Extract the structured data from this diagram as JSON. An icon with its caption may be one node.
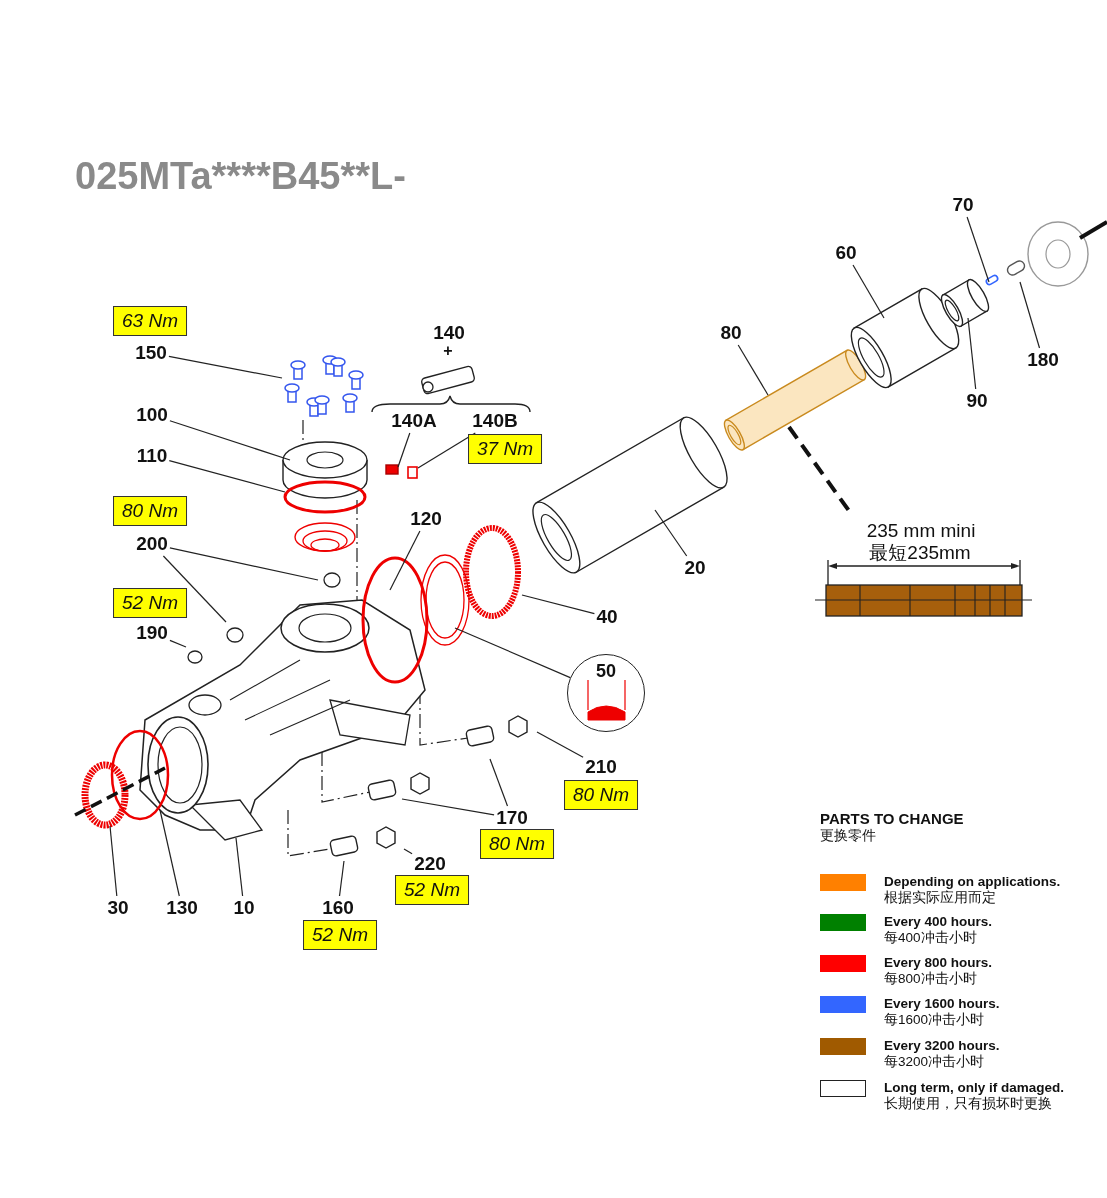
{
  "diagram": {
    "title": "025MTa****B45**L-",
    "nodes": [
      {
        "text": [
          "63 Nm"
        ]
      },
      {
        "text": [
          "150"
        ]
      },
      {
        "text": [
          "100"
        ]
      },
      {
        "text": [
          "110"
        ]
      },
      {
        "text": [
          "80 Nm"
        ]
      },
      {
        "text": [
          "200"
        ]
      },
      {
        "text": [
          "52 Nm"
        ]
      },
      {
        "text": [
          "190"
        ]
      },
      {
        "text": [
          "140A"
        ]
      },
      {
        "text": [
          "140B"
        ]
      },
      {
        "text": [
          "37 Nm"
        ]
      },
      {
        "text": [
          "120"
        ]
      },
      {
        "text": [
          "80"
        ]
      },
      {
        "text": [
          "60"
        ]
      },
      {
        "text": [
          "70"
        ]
      },
      {
        "text": [
          "90"
        ]
      },
      {
        "text": [
          "180"
        ]
      },
      {
        "text": [
          "20"
        ]
      },
      {
        "text": [
          "40"
        ]
      },
      {
        "text": [
          "50"
        ]
      },
      {
        "text": [
          "210"
        ]
      },
      {
        "text": [
          "80 Nm"
        ]
      },
      {
        "text": [
          "170"
        ]
      },
      {
        "text": [
          "80 Nm"
        ]
      },
      {
        "text": [
          "220"
        ]
      },
      {
        "text": [
          "52 Nm"
        ]
      },
      {
        "text": [
          "30"
        ]
      },
      {
        "text": [
          "130"
        ]
      },
      {
        "text": [
          "10"
        ]
      },
      {
        "text": [
          "160"
        ]
      },
      {
        "text": [
          "52 Nm"
        ]
      }
    ],
    "edges": [
      {
        "from": 1,
        "to": null,
        "arrow": "none"
      },
      {
        "from": 2,
        "to": null,
        "arrow": "none"
      },
      {
        "from": 3,
        "to": null,
        "arrow": "none"
      },
      {
        "from": 5,
        "to": null,
        "arrow": "none"
      },
      {
        "from": 5,
        "to": null,
        "arrow": "none"
      },
      {
        "from": 7,
        "to": null,
        "arrow": "none"
      },
      {
        "from": 8,
        "to": null,
        "arrow": "none"
      },
      {
        "from": 9,
        "to": null,
        "arrow": "none"
      },
      {
        "from": 11,
        "to": null,
        "arrow": "none"
      },
      {
        "from": 12,
        "to": null,
        "arrow": "none"
      },
      {
        "from": 13,
        "to": null,
        "arrow": "none"
      },
      {
        "from": 14,
        "to": null,
        "arrow": "none"
      },
      {
        "from": 15,
        "to": null,
        "arrow": "none"
      },
      {
        "from": 16,
        "to": null,
        "arrow": "none"
      },
      {
        "from": 17,
        "to": null,
        "arrow": "none"
      },
      {
        "from": 18,
        "to": null,
        "arrow": "none"
      },
      {
        "from": 19,
        "to": null,
        "arrow": "none"
      },
      {
        "from": 20,
        "to": null,
        "arrow": "none"
      },
      {
        "from": 22,
        "to": null,
        "arrow": "none"
      },
      {
        "from": 22,
        "to": null,
        "arrow": "none"
      },
      {
        "from": 24,
        "to": null,
        "arrow": "none"
      },
      {
        "from": 26,
        "to": null,
        "arrow": "none"
      },
      {
        "from": 27,
        "to": null,
        "arrow": "none"
      },
      {
        "from": 28,
        "to": null,
        "arrow": "none"
      },
      {
        "from": 29,
        "to": null,
        "arrow": "none"
      }
    ],
    "labels": [
      "140",
      "+",
      "235 mm mini",
      "最短235mm",
      "PARTS TO CHANGE",
      "更换零件"
    ],
    "legend": [
      {
        "text": "Depending on applications. 根据实际应用而定",
        "color": "#ff8000"
      },
      {
        "text": "Every 400 hours. 每400冲击小时",
        "color": "#008000"
      },
      {
        "text": "Every 800 hours. 每800冲击小时",
        "color": "#ff0000"
      },
      {
        "text": "Every 1600 hours. 每1600冲击小时",
        "color": "#3366ff"
      },
      {
        "text": "Every 3200 hours. 每3200冲击小时",
        "color": "#a05a00"
      },
      {
        "text": "Long term, only if damaged. 长期使用，只有损坏时更换",
        "color": "#ffffff"
      }
    ]
  }
}
